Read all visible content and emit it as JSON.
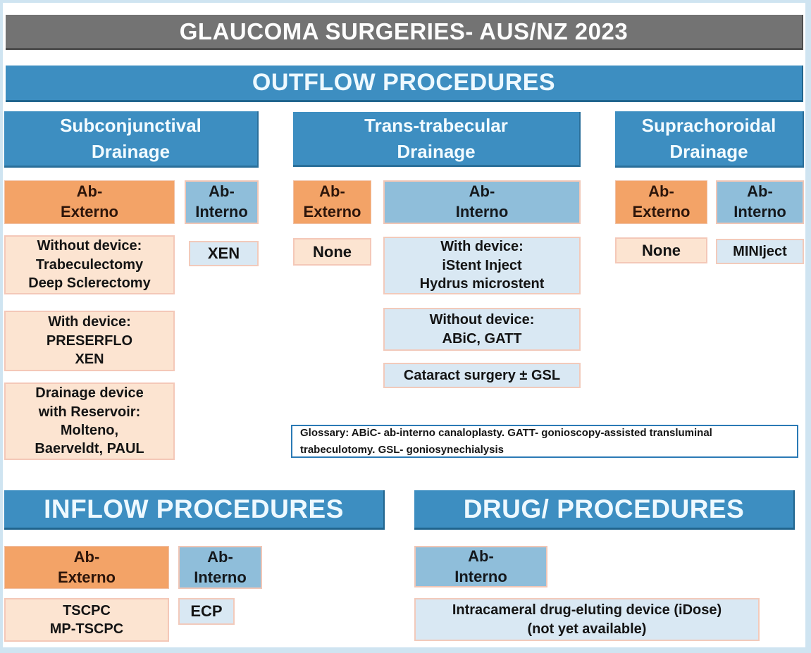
{
  "title_banner": "GLAUCOMA SURGERIES- AUS/NZ 2023",
  "outflow": {
    "heading": "OUTFLOW PROCEDURES",
    "columns": [
      {
        "header": "Subconjunctival\nDrainage",
        "ab_externo_label": "Ab-\nExterno",
        "ab_interno_label": "Ab-\nInterno",
        "externo_items": [
          "Without device:\nTrabeculectomy\nDeep Sclerectomy",
          "With device:\nPRESERFLO\nXEN",
          "Drainage device\nwith Reservoir:\nMolteno,\nBaerveldt, PAUL"
        ],
        "interno_items": [
          "XEN"
        ]
      },
      {
        "header": "Trans-trabecular\nDrainage",
        "ab_externo_label": "Ab-\nExterno",
        "ab_interno_label": "Ab-\nInterno",
        "externo_items": [
          "None"
        ],
        "interno_items": [
          "With device:\niStent Inject\nHydrus microstent",
          "Without device:\nABiC, GATT",
          "Cataract surgery ± GSL"
        ]
      },
      {
        "header": "Suprachoroidal\nDrainage",
        "ab_externo_label": "Ab-\nExterno",
        "ab_interno_label": "Ab-\nInterno",
        "externo_items": [
          "None"
        ],
        "interno_items": [
          "MINIject"
        ]
      }
    ],
    "glossary": "Glossary: ABiC- ab-interno canaloplasty. GATT- gonioscopy-assisted transluminal\ntrabeculotomy. GSL- goniosynechialysis"
  },
  "inflow": {
    "heading": "INFLOW PROCEDURES",
    "ab_externo_label": "Ab-\nExterno",
    "ab_interno_label": "Ab-\nInterno",
    "externo_item": "TSCPC\nMP-TSCPC",
    "interno_item": "ECP"
  },
  "drug": {
    "heading": "DRUG/ PROCEDURES",
    "ab_interno_label": "Ab-\nInterno",
    "interno_item": "Intracameral drug-eluting device (iDose)\n(not yet available)"
  },
  "colors": {
    "banner_blue": "#3d8ec1",
    "title_gray": "#737373",
    "ab_externo_orange": "#f3a367",
    "ab_interno_light_blue": "#8fbeda",
    "item_pale_blue": "#d9e8f3",
    "item_pale_peach": "#fce4d1",
    "glossary_border_blue": "#2a7ab5",
    "outer_frame_light_blue": "#cfe4f1"
  }
}
